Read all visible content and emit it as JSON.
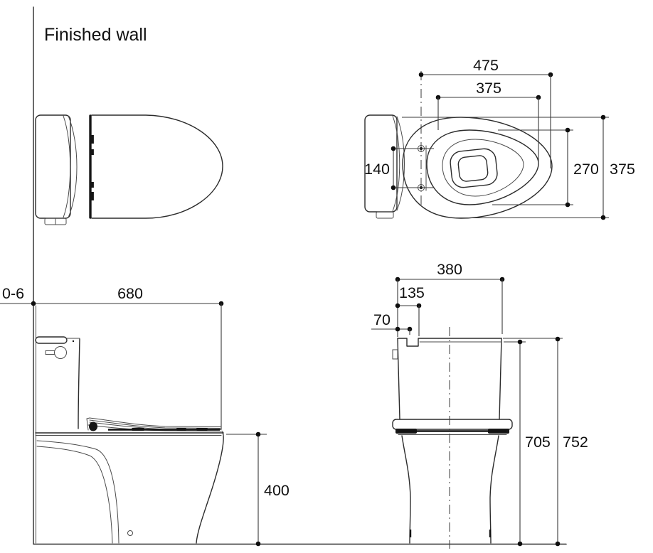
{
  "title": "Finished wall",
  "colors": {
    "line": "#2b2b2b",
    "text": "#101010"
  },
  "views": {
    "plan_top": {
      "dims": {
        "depth_to_front": "475",
        "seat_depth": "375",
        "fixing_hole_spacing": "140",
        "bowl_width": "270",
        "overall_width": "375"
      }
    },
    "side": {
      "dims": {
        "wall_gap": "0-6",
        "overall_depth": "680",
        "seat_height": "400"
      }
    },
    "front": {
      "dims": {
        "tank_width": "380",
        "notch_offset": "135",
        "corner_offset": "70",
        "height_to_tank_top": "705",
        "overall_height": "752"
      }
    }
  }
}
